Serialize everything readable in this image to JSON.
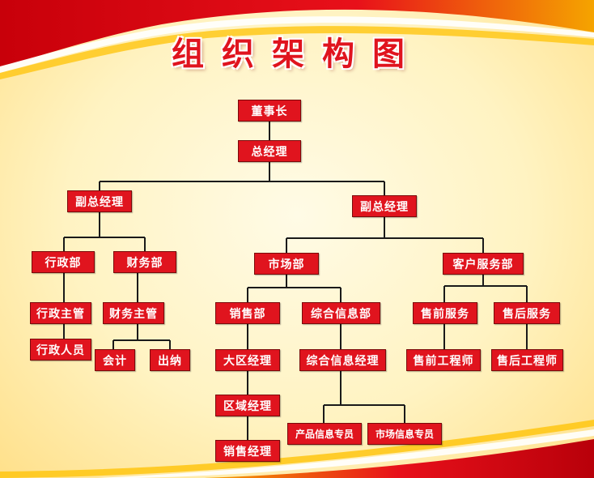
{
  "title": "组织架构图",
  "colors": {
    "node_fill": "#e0141e",
    "node_border": "#7a0a0a",
    "text": "#ffffff",
    "line": "#1a1a1a"
  },
  "org": {
    "chairman": "董事长",
    "gm": "总经理",
    "vp_left": "副总经理",
    "vp_right": "副总经理",
    "admin_dept": "行政部",
    "finance_dept": "财务部",
    "admin_supervisor": "行政主管",
    "admin_staff": "行政人员",
    "finance_supervisor": "财务主管",
    "accountant": "会计",
    "cashier": "出纳",
    "market_dept": "市场部",
    "sales_dept": "销售部",
    "regional_manager": "大区经理",
    "area_manager": "区域经理",
    "sales_manager": "销售经理",
    "info_dept": "综合信息部",
    "info_manager": "综合信息经理",
    "product_info": "产品信息专员",
    "market_info": "市场信息专员",
    "service_dept": "客户服务部",
    "presales": "售前服务",
    "aftersales": "售后服务",
    "presales_engineer": "售前工程师",
    "aftersales_engineer": "售后工程师"
  }
}
